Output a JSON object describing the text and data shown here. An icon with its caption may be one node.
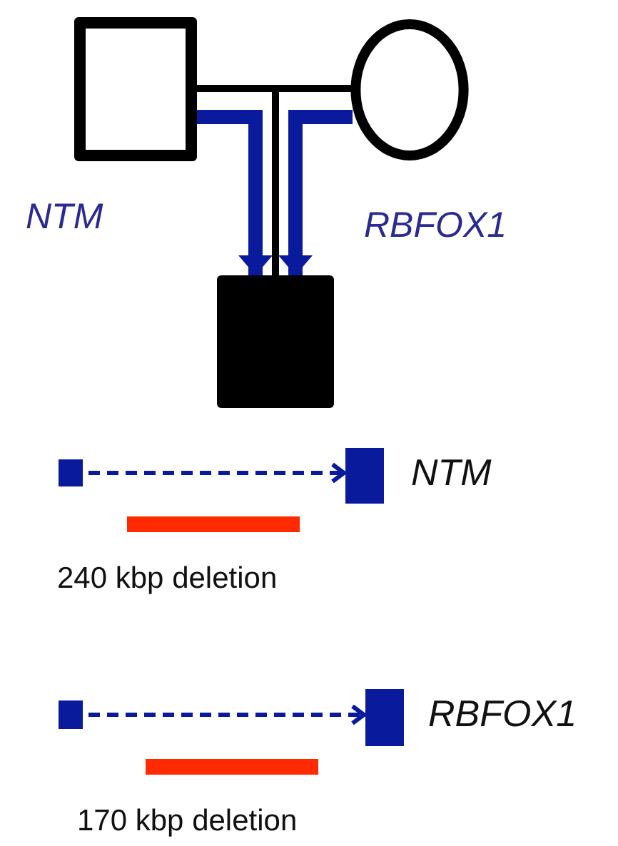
{
  "diagram": {
    "nodes": [
      {
        "text": [],
        "shape": "box"
      },
      {
        "text": [],
        "shape": "circle"
      },
      {
        "text": [],
        "shape": "box"
      },
      {
        "text": [],
        "shape": "box"
      },
      {
        "text": [],
        "shape": "box"
      },
      {
        "text": [],
        "shape": "box"
      },
      {
        "text": [],
        "shape": "box"
      }
    ],
    "edges": [
      {
        "from": 0,
        "to": 1,
        "arrow": "none",
        "color": "#000000"
      },
      {
        "from": null,
        "to": 2,
        "arrow": "none",
        "color": "#000000"
      },
      {
        "from": 0,
        "to": 2,
        "arrow": "to",
        "style": "thick",
        "color": "#0a1a9c"
      },
      {
        "from": 1,
        "to": 2,
        "arrow": "to",
        "style": "thick",
        "color": "#0a1a9c"
      },
      {
        "from": 3,
        "to": 4,
        "arrow": "to",
        "style": "dashed",
        "color": "#0a1a9c"
      },
      {
        "from": 5,
        "to": 6,
        "arrow": "to",
        "style": "dashed",
        "color": "#0a1a9c"
      }
    ],
    "labels": [
      "NTM",
      "RBFOX1",
      "NTM",
      "240 kbp deletion",
      "RBFOX1",
      "170 kbp deletion"
    ]
  }
}
